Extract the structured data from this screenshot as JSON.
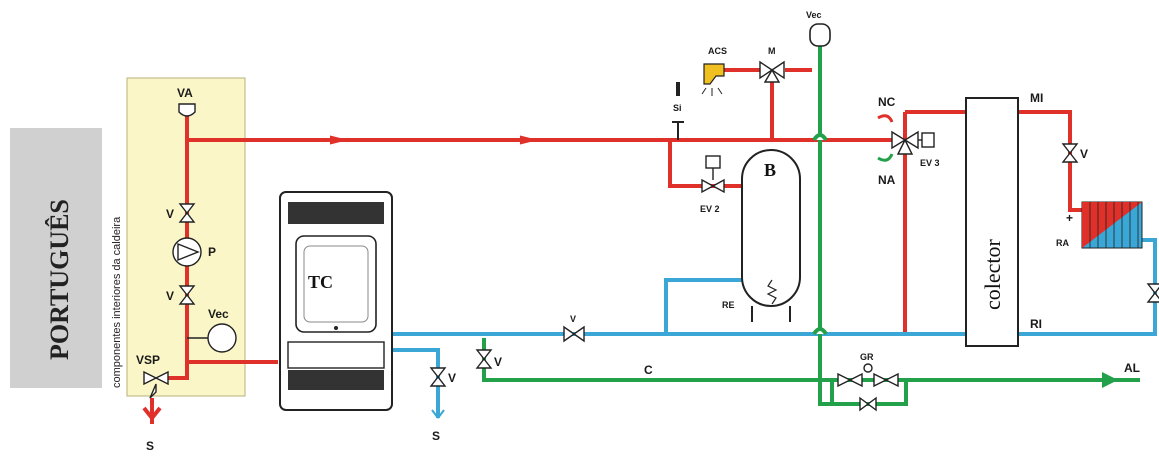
{
  "side_label": "PORTUGUÊS",
  "panel_caption": "componentes interiores da caldeira",
  "labels": {
    "va": "VA",
    "v": "V",
    "p": "P",
    "vec": "Vec",
    "vsp": "VSP",
    "s": "S",
    "tc": "TC",
    "acs": "ACS",
    "m": "M",
    "si": "Si",
    "b": "B",
    "ev2": "EV 2",
    "re": "RE",
    "nc": "NC",
    "na": "NA",
    "ev3": "EV 3",
    "colector": "colector",
    "mi": "MI",
    "ra": "RA",
    "ri": "RI",
    "c": "C",
    "gr": "GR",
    "al": "AL",
    "plus": "+"
  },
  "colors": {
    "flow": "#e0302a",
    "return": "#3aa7d6",
    "cold_water": "#22a04a",
    "panel": "#fbf6c8",
    "side_box": "#d0d0d0"
  }
}
